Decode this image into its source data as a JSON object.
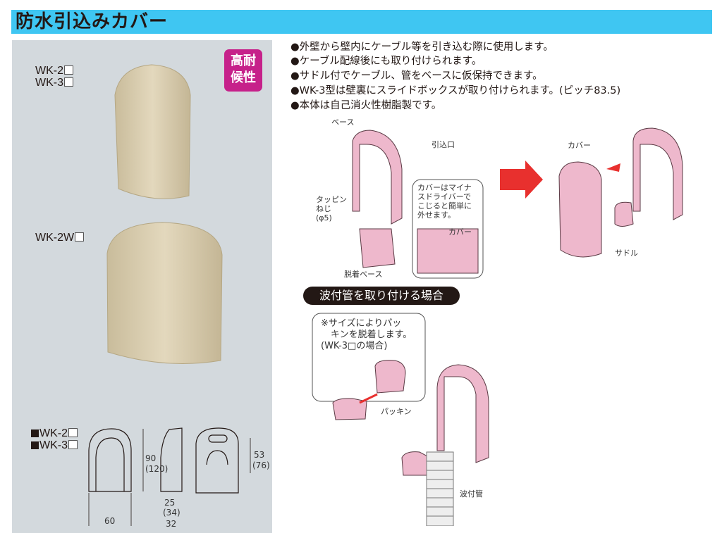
{
  "header": {
    "title": "防水引込みカバー"
  },
  "left_panel": {
    "models_top": [
      "WK-2",
      "WK-3"
    ],
    "model_wide": "WK-2W",
    "badge": [
      "高耐",
      "候性"
    ],
    "dimension_models": [
      "WK-2",
      "WK-3"
    ],
    "dimensions": {
      "height": "90",
      "height_alt": "(120)",
      "width": "60",
      "depth": "25",
      "depth_alt": "(34)",
      "depth2": "32",
      "pitch": "53",
      "pitch_alt": "(76)"
    }
  },
  "features": [
    "●外壁から壁内にケーブル等を引き込む際に使用します。",
    "●ケーブル配線後にも取り付けられます。",
    "●サドル付でケーブル、管をベースに仮保持できます。",
    "●WK-3型は壁裏にスライドボックスが取り付けられます。(ピッチ83.5)",
    "●本体は自己消火性樹脂製です。"
  ],
  "diagram1": {
    "base": "ベース",
    "inlet": "引込口",
    "screw": [
      "タッピン",
      "ねじ",
      "(φ5)"
    ],
    "detach_base": "脱着ベース",
    "note": [
      "カバーはマイナ",
      "スドライバーで",
      "こじると簡単に",
      "外せます。"
    ],
    "cover_small": "カバー",
    "cover": "カバー",
    "saddle": "サドル"
  },
  "section": {
    "wave_pipe_title": "波付管を取り付ける場合"
  },
  "diagram2": {
    "note": [
      "※サイズによりパッ",
      "キンを脱着します。",
      "(WK-3□の場合)"
    ],
    "packing": "パッキン",
    "wave_pipe": "波付管"
  },
  "colors": {
    "header": "#3fc6f2",
    "panel": "#d3d9dd",
    "badge": "#c6218a",
    "product": "#d8ccad",
    "part": "#eeb8cc",
    "arrow": "#e8302e"
  }
}
